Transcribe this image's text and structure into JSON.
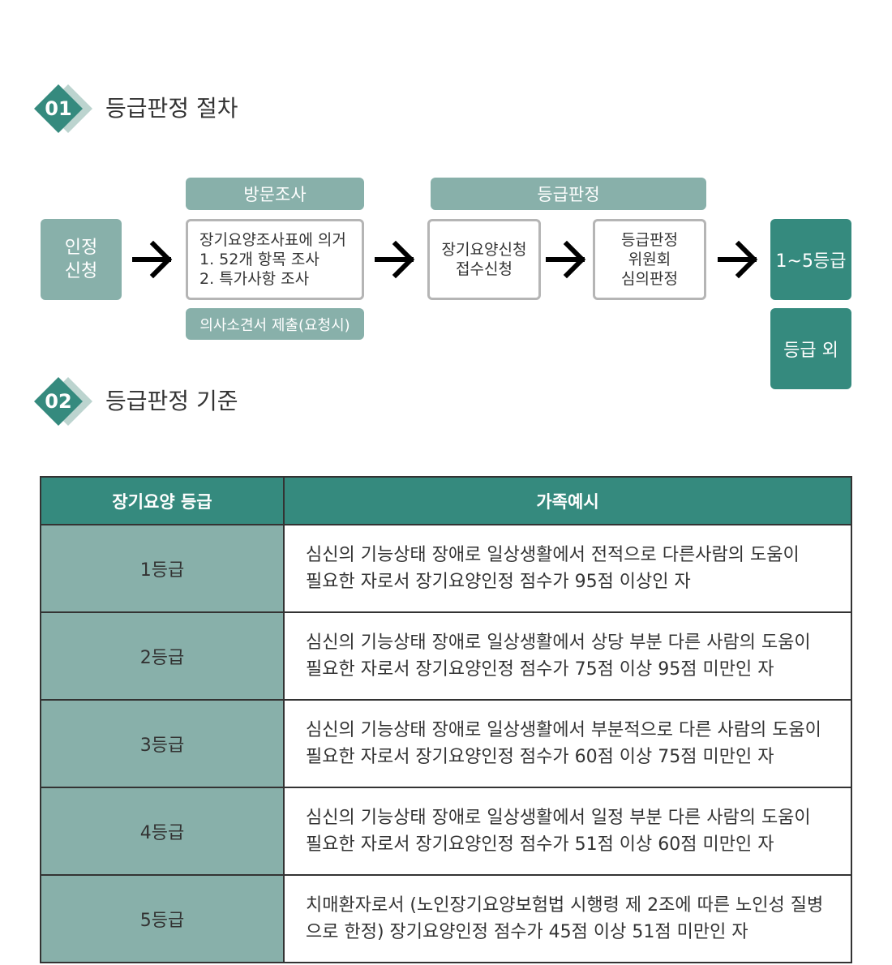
{
  "section1": {
    "number": "01",
    "title": "등급판정 절차"
  },
  "section2": {
    "number": "02",
    "title": "등급판정 기준"
  },
  "flow": {
    "application": {
      "line1": "인정",
      "line2": "신청"
    },
    "visit_label": "방문조사",
    "visit_box": {
      "line1": "장기요양조사표에 의거",
      "line2": "1. 52개 항목 조사",
      "line3": "2. 특가사항 조사"
    },
    "doctor_note": "의사소견서 제출(요청시)",
    "grading_label": "등급판정",
    "receipt": {
      "line1": "장기요양신청",
      "line2": "접수신청"
    },
    "committee": {
      "line1": "등급판정",
      "line2": "위원회",
      "line3": "심의판정"
    },
    "result_grade": "1~5등급",
    "result_other": "등급 외"
  },
  "table": {
    "headers": {
      "grade": "장기요양 등급",
      "example": "가족예시"
    },
    "rows": [
      {
        "grade": "1등급",
        "line1": "심신의 기능상태 장애로 일상생활에서 전적으로 다른사람의 도움이",
        "line2": "필요한 자로서 장기요양인정 점수가 95점 이상인 자"
      },
      {
        "grade": "2등급",
        "line1": "심신의 기능상태 장애로 일상생활에서 상당 부분 다른 사람의 도움이",
        "line2": "필요한 자로서 장기요양인정 점수가 75점 이상 95점 미만인 자"
      },
      {
        "grade": "3등급",
        "line1": "심신의 기능상태 장애로 일상생활에서 부분적으로 다른 사람의 도움이",
        "line2": "필요한 자로서 장기요양인정 점수가 60점 이상 75점 미만인 자"
      },
      {
        "grade": "4등급",
        "line1": "심신의 기능상태 장애로 일상생활에서 일정 부분 다른 사람의 도움이",
        "line2": "필요한 자로서 장기요양인정 점수가 51점 이상 60점 미만인 자"
      },
      {
        "grade": "5등급",
        "line1": "치매환자로서 (노인장기요양보험법 시행령 제 2조에 따른 노인성 질병",
        "line2": "으로 한정) 장기요양인정 점수가 45점 이상 51점 미만인 자"
      }
    ]
  },
  "colors": {
    "dark_teal": "#358a7e",
    "light_teal": "#88b0aa",
    "pale_teal": "#bcd4cf",
    "box_border": "#b5b5b5"
  },
  "icons": {
    "arrow": "arrow-right-icon",
    "badge": "diamond-badge-icon"
  }
}
